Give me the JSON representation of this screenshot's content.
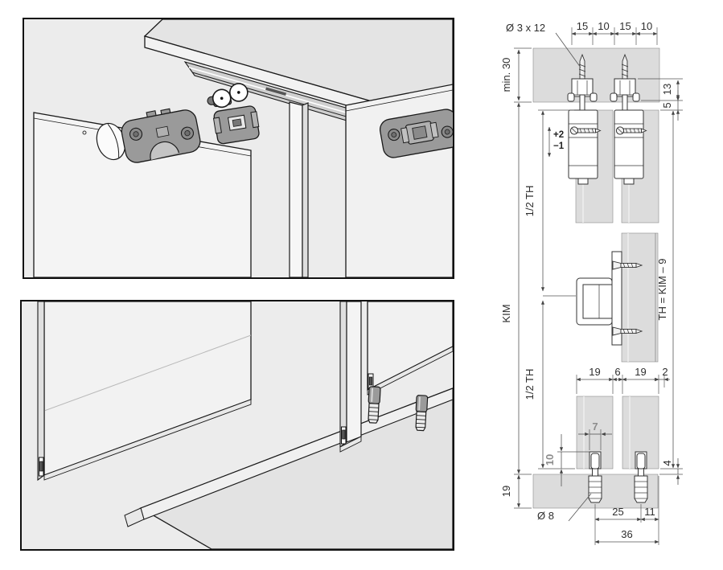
{
  "palette": {
    "panel_background": "#ececec",
    "wood_section_fill": "#dcdcdc",
    "hardware_gray": "#9a9a9a",
    "outline": "#1a1a1a",
    "dimension_line": "#555555",
    "dimension_text": "#2e2e2e",
    "dimension_text_highlight": "#8c8c8c"
  },
  "drawing": {
    "screw_spec": "Ø 3 x 12",
    "rail_widths": [
      "15",
      "10",
      "15",
      "10"
    ],
    "top_panel_min": "min. 30",
    "profile_height": "13",
    "clearance_top": "5",
    "vertical_adjust_plus": "+2",
    "vertical_adjust_minus": "−1",
    "half_door_top": "1/2 TH",
    "half_door_bottom": "1/2 TH",
    "interior_height": "KIM",
    "door_height_formula": "TH = KIM – 9",
    "door_thickness_left": "19",
    "door_gap": "6",
    "door_thickness_right": "19",
    "rear_clearance": "2",
    "groove_width": "7",
    "groove_depth": "10",
    "bottom_clearance": "4",
    "bottom_panel_thickness": "19",
    "pin_diameter": "Ø 8",
    "pin_to_pin": "25",
    "pin_to_edge": "11",
    "total_offset": "36"
  }
}
